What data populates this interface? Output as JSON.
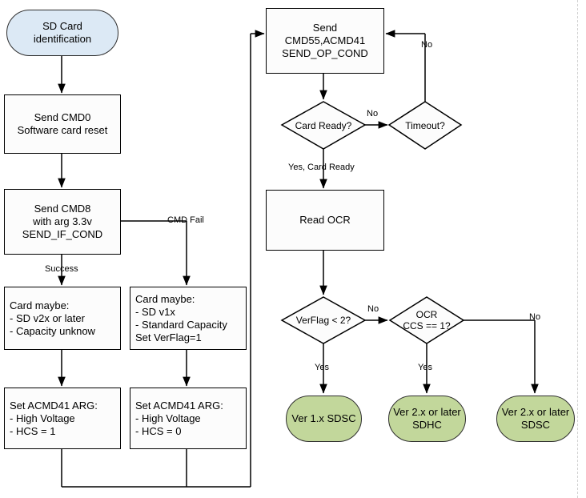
{
  "diagram": {
    "title": "SD Card identification",
    "type": "flowchart",
    "colors": {
      "start_fill": "#dce9f5",
      "process_fill": "#fcfcfc",
      "decision_fill": "#fcfcfc",
      "terminal_fill": "#c2d79b",
      "stroke": "#000000",
      "page_break": "#d2d2d2"
    }
  },
  "nodes": {
    "start": {
      "label": "SD Card\nidentification",
      "shape": "stadium"
    },
    "cmd0": {
      "label": "Send CMD0\nSoftware card reset",
      "shape": "process"
    },
    "cmd8": {
      "label": "Send CMD8\nwith arg 3.3v\nSEND_IF_COND",
      "shape": "process"
    },
    "card_maybe_v2": {
      "label": "Card maybe:\n - SD v2x or later\n - Capacity unknow",
      "shape": "process"
    },
    "card_maybe_v1": {
      "label": "Card maybe:\n - SD v1x\n - Standard Capacity\nSet VerFlag=1",
      "shape": "process"
    },
    "acmd41_hcs1": {
      "label": "Set ACMD41 ARG:\n - High Voltage\n - HCS = 1",
      "shape": "process"
    },
    "acmd41_hcs0": {
      "label": "Set ACMD41 ARG:\n - High Voltage\n - HCS = 0",
      "shape": "process"
    },
    "send_opcond": {
      "label": "Send\nCMD55,ACMD41\nSEND_OP_COND",
      "shape": "process"
    },
    "card_ready": {
      "label": "Card Ready?",
      "shape": "decision"
    },
    "timeout": {
      "label": "Timeout?",
      "shape": "decision"
    },
    "read_ocr": {
      "label": "Read OCR",
      "shape": "process"
    },
    "verflag": {
      "label": "VerFlag < 2?",
      "shape": "decision"
    },
    "ocr_ccs": {
      "label": "OCR\nCCS == 1?",
      "shape": "decision"
    },
    "ver1x_sdsc": {
      "label": "Ver 1.x SDSC",
      "shape": "stadium-terminal"
    },
    "ver2x_sdhc": {
      "label": "Ver 2.x or later\nSDHC",
      "shape": "stadium-terminal"
    },
    "ver2x_sdsc": {
      "label": "Ver 2.x or later\nSDSC",
      "shape": "stadium-terminal"
    }
  },
  "edge_labels": {
    "cmd_fail": "CMD Fail",
    "success": "Success",
    "timeout_no": "No",
    "card_ready_no": "No",
    "yes_card_ready": "Yes, Card Ready",
    "verflag_no": "No",
    "verflag_yes": "Yes",
    "ocr_ccs_yes": "Yes",
    "ocr_ccs_no": "No"
  }
}
